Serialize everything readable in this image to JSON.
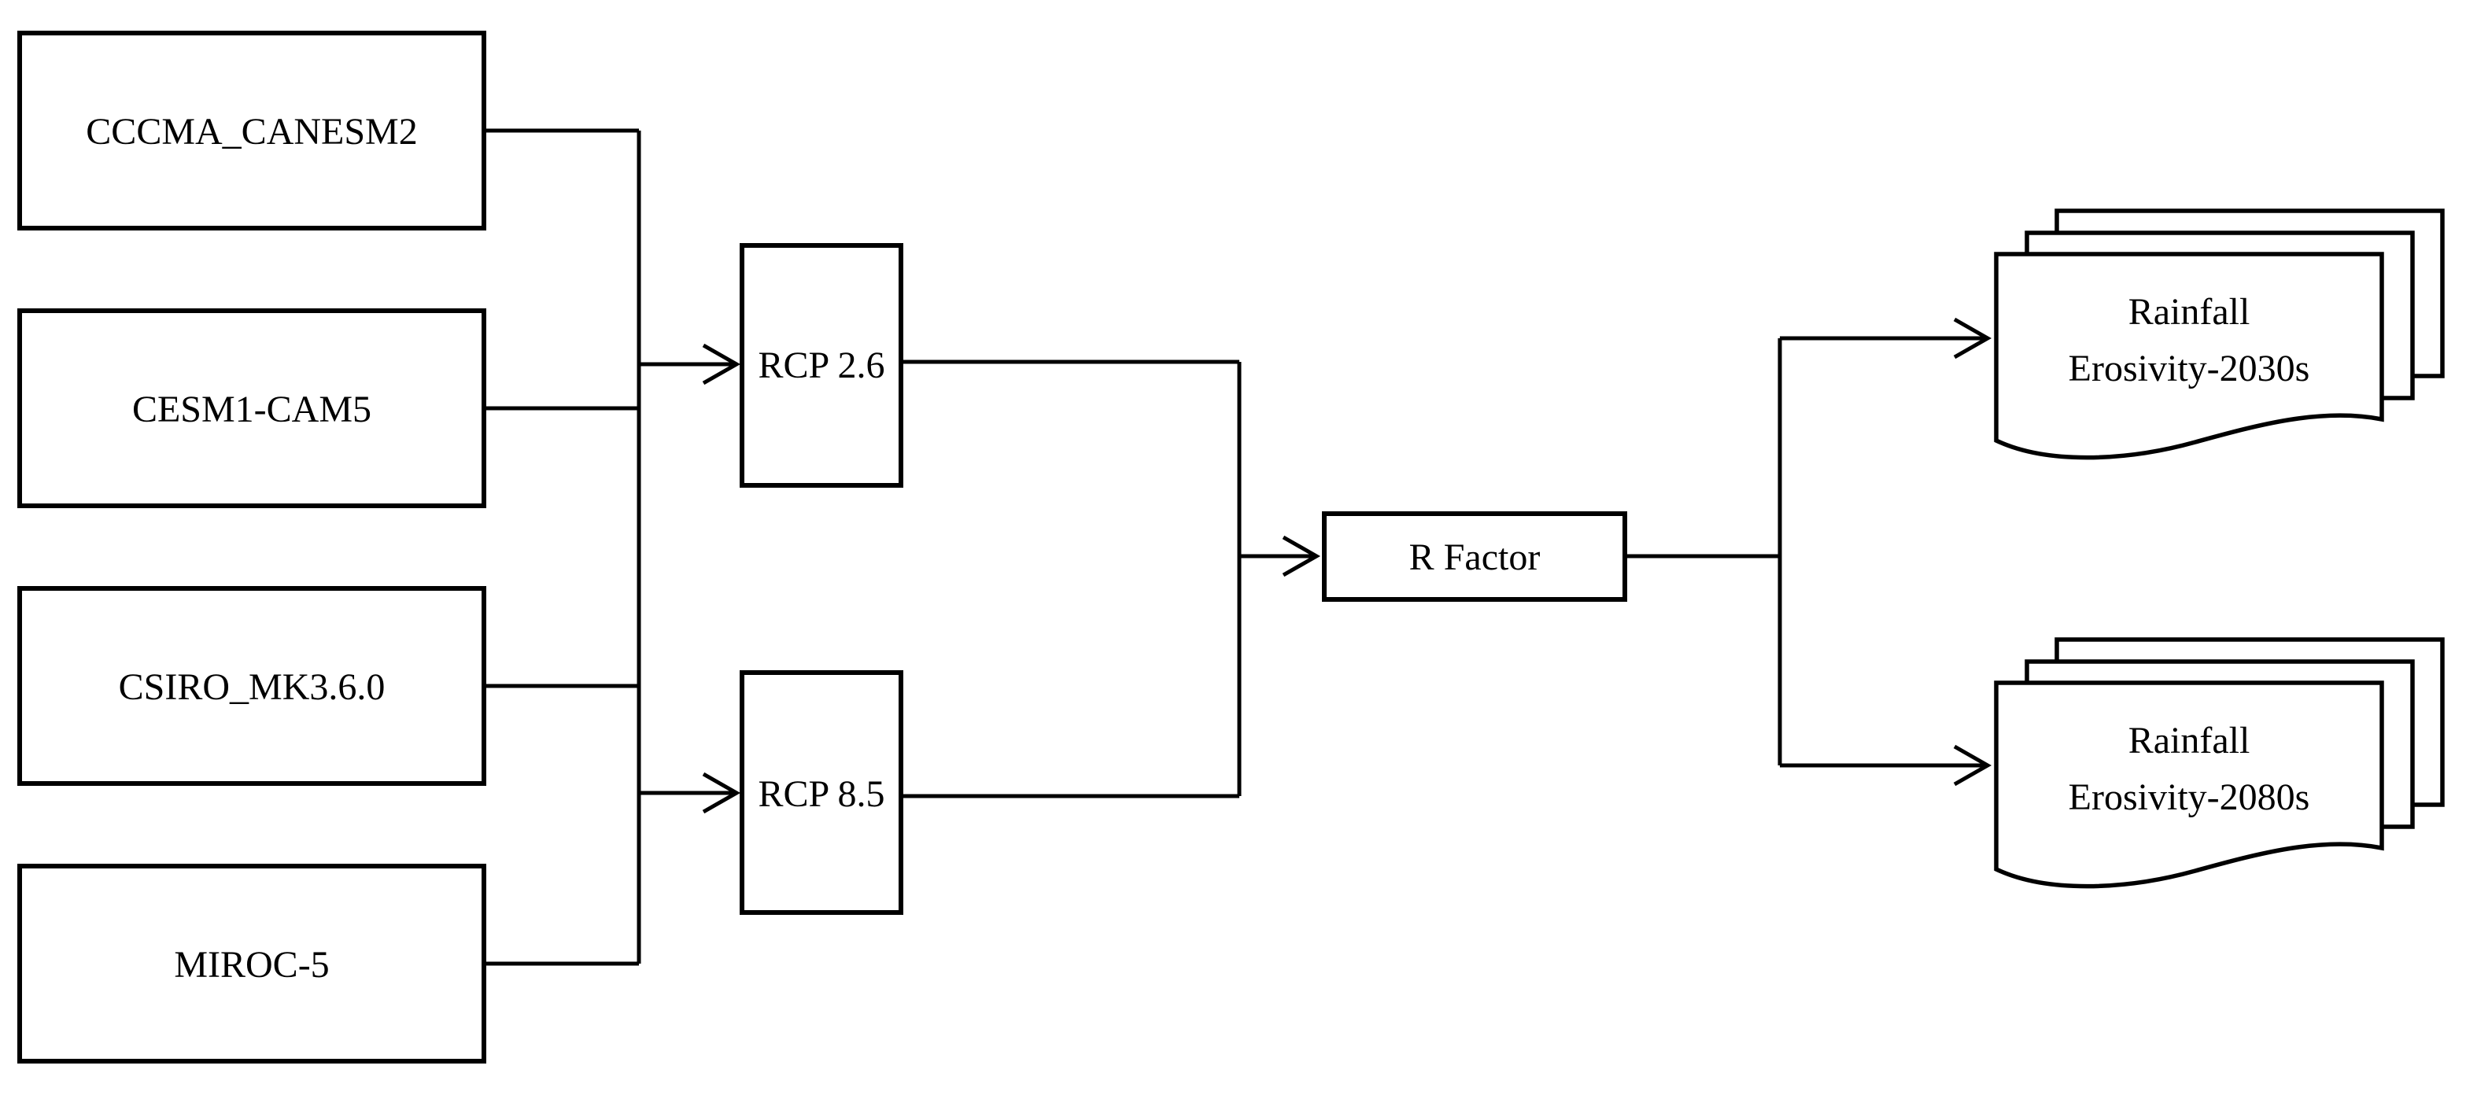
{
  "diagram": {
    "title": "GCM models to RCP scenarios to R Factor to Rainfall Erosivity outputs flowchart",
    "models": [
      {
        "label": "CCCMA_CANESM2"
      },
      {
        "label": "CESM1-CAM5"
      },
      {
        "label": "CSIRO_MK3.6.0"
      },
      {
        "label": "MIROC-5"
      }
    ],
    "scenarios": [
      {
        "label": "RCP 2.6"
      },
      {
        "label": "RCP 8.5"
      }
    ],
    "process": {
      "label": "R Factor"
    },
    "outputs": [
      {
        "line1": "Rainfall",
        "line2": "Erosivity-2030s"
      },
      {
        "line1": "Rainfall",
        "line2": "Erosivity-2080s"
      }
    ],
    "colors": {
      "stroke": "#000000",
      "fill": "#ffffff",
      "background": "#ffffff"
    }
  }
}
